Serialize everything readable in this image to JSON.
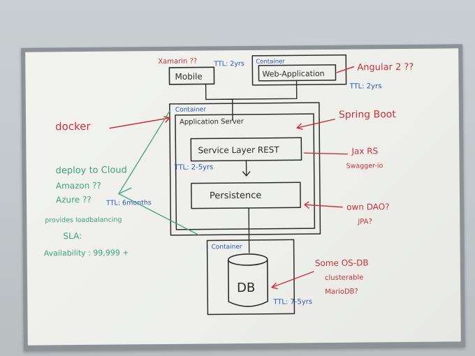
{
  "board": {
    "labels": {
      "xamarin": "Xamarin ??",
      "mobile": "Mobile",
      "ttl_mobile": "TTL: 2yrs",
      "container_web": "Container",
      "web_application": "Web-Application",
      "angular": "Angular 2 ??",
      "ttl_web": "TTL: 2yrs",
      "container_app": "Container",
      "application_server": "Application Server",
      "spring_boot": "Spring Boot",
      "docker": "docker",
      "service_layer": "Service Layer REST",
      "jax_rs": "Jax RS",
      "swagger": "Swagger-io",
      "ttl_app": "TTL: 2-5yrs",
      "persistence": "Persistence",
      "own_dao": "own DAO?",
      "jpa": "JPA?",
      "deploy_cloud": "deploy to Cloud",
      "amazon": "Amazon ??",
      "azure": "Azure ??",
      "ttl_cloud": "TTL: 6months",
      "provides_lb": "provides loadbalancing",
      "sla": "SLA:",
      "availability": "Availability : 99,999 +",
      "container_db": "Container",
      "db": "DB",
      "ttl_db": "TTL: 7-5yrs",
      "some_os_db": "Some OS-DB",
      "clusterable": "clusterable",
      "mariadb": "MarioDB?"
    },
    "colors": {
      "black": "#2b2b2b",
      "red": "#c8303a",
      "blue": "#2b55b8",
      "green": "#3fa37a",
      "frame": "#8c9296",
      "surface": "#f0f1ed"
    }
  }
}
